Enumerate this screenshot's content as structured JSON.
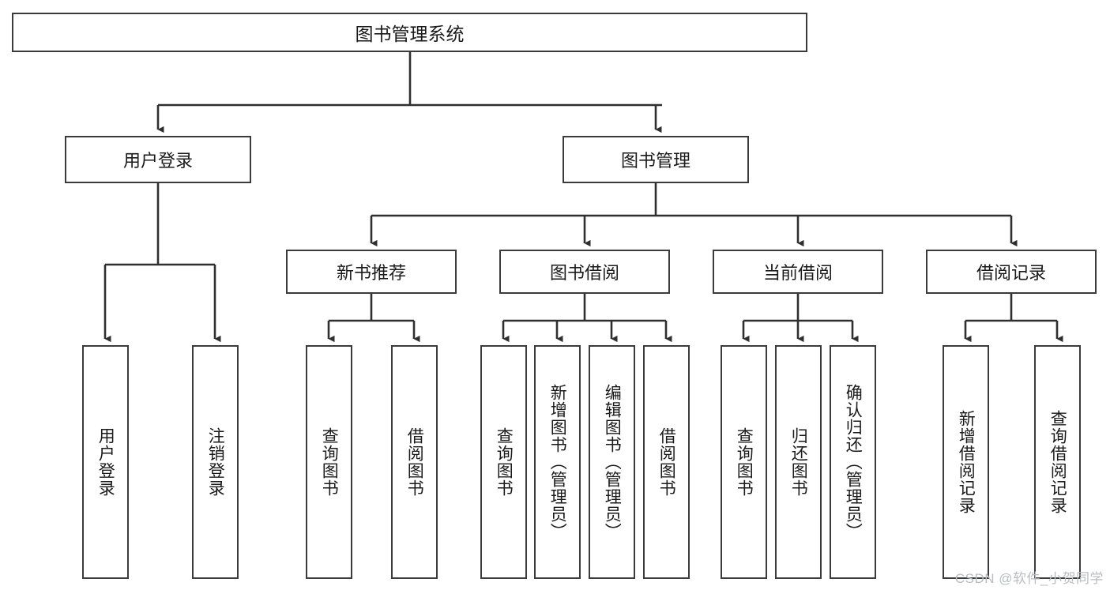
{
  "diagram": {
    "title": "图书管理系统",
    "type": "hierarchy-tree",
    "root": {
      "label": "图书管理系统"
    },
    "level2": [
      {
        "label": "用户登录"
      },
      {
        "label": "图书管理"
      }
    ],
    "level3": [
      {
        "label": "新书推荐"
      },
      {
        "label": "图书借阅"
      },
      {
        "label": "当前借阅"
      },
      {
        "label": "借阅记录"
      }
    ],
    "leaves": [
      {
        "label": "用户登录",
        "parent": "用户登录"
      },
      {
        "label": "注销登录",
        "parent": "用户登录"
      },
      {
        "label": "查询图书",
        "parent": "新书推荐"
      },
      {
        "label": "借阅图书",
        "parent": "新书推荐"
      },
      {
        "label": "查询图书",
        "parent": "图书借阅"
      },
      {
        "label": "新增图书（管理员）",
        "parent": "图书借阅"
      },
      {
        "label": "编辑图书（管理员）",
        "parent": "图书借阅"
      },
      {
        "label": "借阅图书",
        "parent": "图书借阅"
      },
      {
        "label": "查询图书",
        "parent": "当前借阅"
      },
      {
        "label": "归还图书",
        "parent": "当前借阅"
      },
      {
        "label": "确认归还（管理员）",
        "parent": "当前借阅"
      },
      {
        "label": "新增借阅记录",
        "parent": "借阅记录"
      },
      {
        "label": "查询借阅记录",
        "parent": "借阅记录"
      }
    ]
  },
  "watermark": {
    "text": "CSDN @软件_小贺同学"
  },
  "colors": {
    "box_border": "#3b3b3b",
    "box_fill": "#ffffff",
    "line": "#2f2f2f",
    "text": "#1a1a1a",
    "watermark": "#b9bcc0"
  }
}
